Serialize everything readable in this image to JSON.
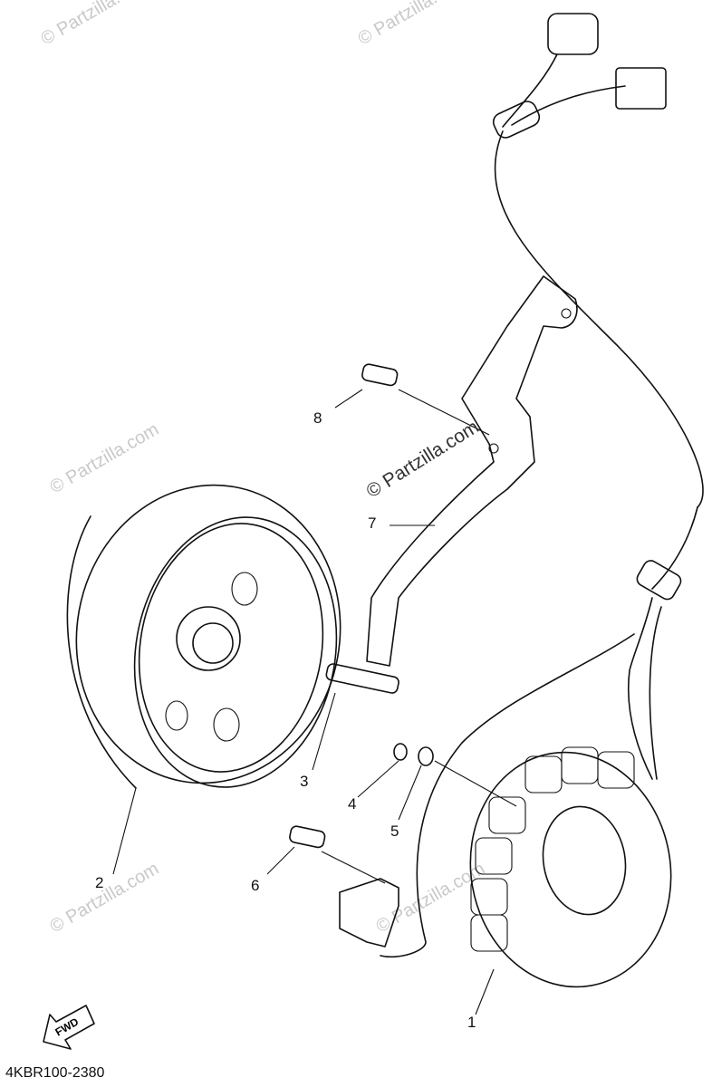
{
  "diagram": {
    "code": "4KBR100-2380",
    "watermark": "© Partzilla.com",
    "fwd_label": "FWD",
    "callouts": [
      "1",
      "2",
      "3",
      "4",
      "5",
      "6",
      "7",
      "8"
    ]
  },
  "colors": {
    "line": "#111111",
    "watermark": "#c9c9c9",
    "background": "#ffffff"
  }
}
